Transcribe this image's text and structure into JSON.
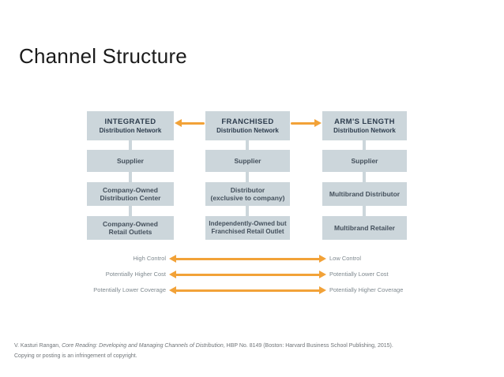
{
  "slide": {
    "title": "Channel Structure",
    "citation": {
      "line1_prefix": "V. Kasturi Rangan, ",
      "line1_italic": "Core Reading: Developing and Managing Channels of Distribution",
      "line1_suffix": ", HBP No. 8149 (Boston: Harvard Business School Publishing, 2015).",
      "line2": "Copying or posting is an infringement of copyright."
    }
  },
  "diagram": {
    "columns": [
      {
        "header": {
          "title": "INTEGRATED",
          "subtitle": "Distribution Network"
        },
        "boxes": [
          {
            "line1": "Supplier"
          },
          {
            "line1": "Company-Owned",
            "line2": "Distribution Center"
          },
          {
            "line1": "Company-Owned",
            "line2": "Retail Outlets"
          }
        ]
      },
      {
        "header": {
          "title": "FRANCHISED",
          "subtitle": "Distribution Network"
        },
        "boxes": [
          {
            "line1": "Supplier"
          },
          {
            "line1": "Distributor",
            "line2": "(exclusive to company)"
          },
          {
            "line1": "Independently-Owned but",
            "line2": "Franchised Retail Outlet"
          }
        ]
      },
      {
        "header": {
          "title": "ARM'S LENGTH",
          "subtitle": "Distribution Network"
        },
        "boxes": [
          {
            "line1": "Supplier"
          },
          {
            "line1": "Multibrand Distributor"
          },
          {
            "line1": "Multibrand Retailer"
          }
        ]
      }
    ],
    "comparisons": [
      {
        "left": "High Control",
        "right": "Low Control"
      },
      {
        "left": "Potentially Higher Cost",
        "right": "Potentially Lower Cost"
      },
      {
        "left": "Potentially Lower Coverage",
        "right": "Potentially Higher Coverage"
      }
    ],
    "colors": {
      "box_fill": "#ccd6db",
      "header_text": "#2e3d4e",
      "box_text": "#44505c",
      "arrow_orange": "#f2a238",
      "label_gray": "#7f898f"
    }
  }
}
